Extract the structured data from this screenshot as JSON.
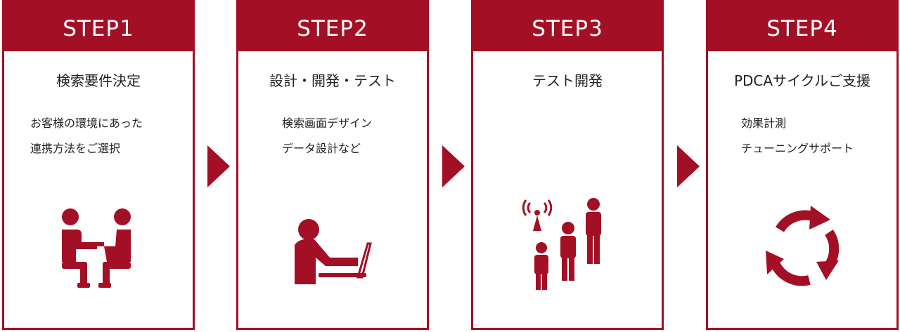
{
  "steps": [
    {
      "label": "STEP1",
      "title": "検索要件決定",
      "items": [
        "お客様の環境にあった",
        "連携方法をご選択"
      ],
      "icon": "meeting-icon"
    },
    {
      "label": "STEP2",
      "title": "設計・開発・テスト",
      "items": [
        "検索画面デザイン",
        "データ設計など"
      ],
      "icon": "laptop-user-icon"
    },
    {
      "label": "STEP3",
      "title": "テスト開発",
      "items": [],
      "icon": "broadcast-team-icon"
    },
    {
      "label": "STEP4",
      "title": "PDCAサイクルご支援",
      "items": [
        "効果計測",
        "チューニングサポート"
      ],
      "icon": "cycle-icon"
    }
  ],
  "accent_color": "#a30f24"
}
